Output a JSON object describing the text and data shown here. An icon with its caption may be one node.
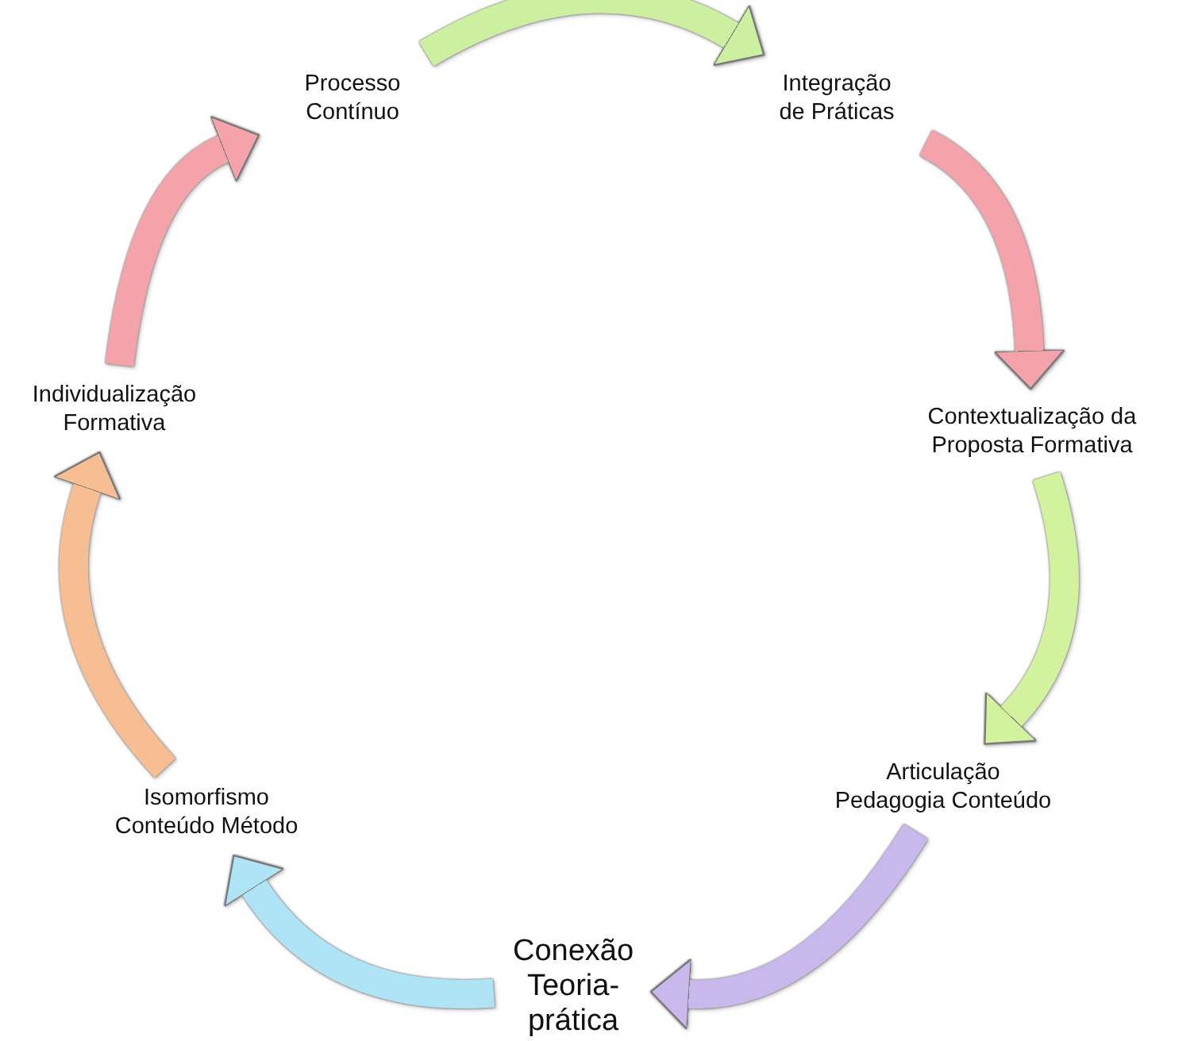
{
  "diagram": {
    "nodes": [
      {
        "text": [
          "Processo Contínuo"
        ]
      },
      {
        "text": [
          "Integração de Práticas"
        ]
      },
      {
        "text": [
          "Contextualização da Proposta Formativa"
        ]
      },
      {
        "text": [
          "Articulação Pedagogia Conteúdo"
        ]
      },
      {
        "text": [
          "Conexão Teoria-prática"
        ]
      },
      {
        "text": [
          "Isomorfismo Conteúdo Método"
        ]
      },
      {
        "text": [
          "Individualização Formativa"
        ]
      }
    ],
    "edges": [
      {
        "from": 0,
        "to": 1,
        "arrow": "to",
        "color": "#cdf0a0"
      },
      {
        "from": 1,
        "to": 2,
        "arrow": "to",
        "color": "#f5a3aa"
      },
      {
        "from": 2,
        "to": 3,
        "arrow": "to",
        "color": "#d2f29e"
      },
      {
        "from": 3,
        "to": 4,
        "arrow": "to",
        "color": "#c9b8ec"
      },
      {
        "from": 4,
        "to": 5,
        "arrow": "to",
        "color": "#aee4f6"
      },
      {
        "from": 5,
        "to": 6,
        "arrow": "to",
        "color": "#f8be93"
      },
      {
        "from": 6,
        "to": 0,
        "arrow": "to",
        "color": "#f5a3aa"
      }
    ]
  }
}
